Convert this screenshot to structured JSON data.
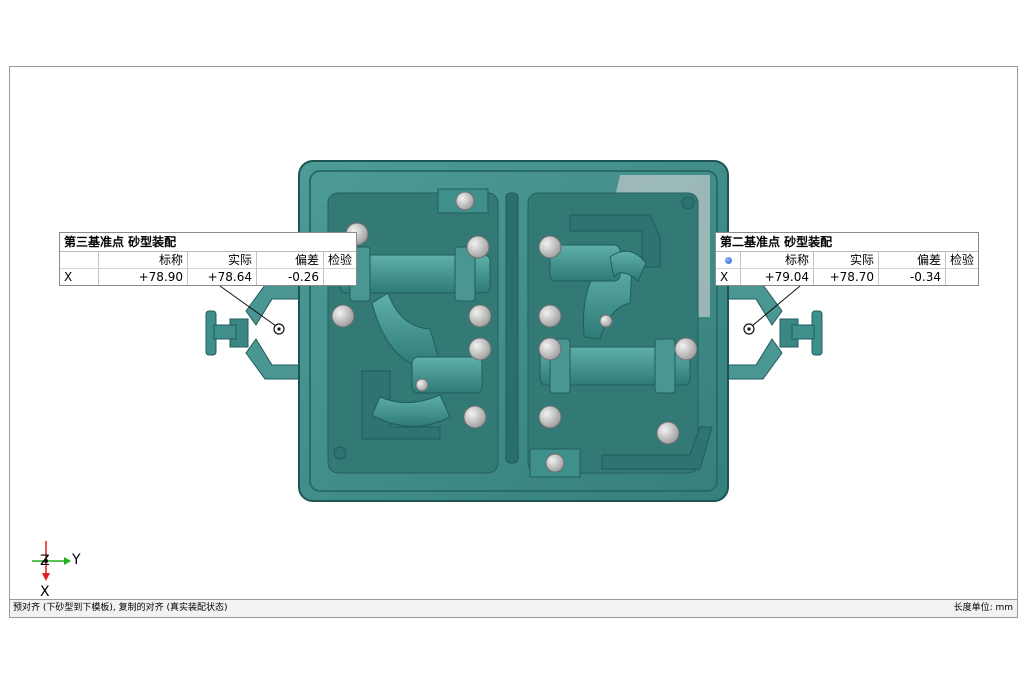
{
  "callouts": {
    "left": {
      "title": "第三基准点 砂型装配",
      "headers": [
        "标称",
        "实际",
        "偏差",
        "检验"
      ],
      "row": {
        "axis": "X",
        "nominal": "+78.90",
        "actual": "+78.64",
        "deviation": "-0.26",
        "check": ""
      }
    },
    "right": {
      "title": "第二基准点 砂型装配",
      "headers": [
        "标称",
        "实际",
        "偏差",
        "检验"
      ],
      "row": {
        "axis": "X",
        "nominal": "+79.04",
        "actual": "+78.70",
        "deviation": "-0.34",
        "check": ""
      }
    }
  },
  "triad": {
    "x_label": "X",
    "y_label": "Y",
    "z_label": "Z"
  },
  "status_bar": {
    "left_text": "预对齐 (下砂型到下模板), 复制的对齐 (真实装配状态)",
    "right_text": "长度单位: mm"
  },
  "colors": {
    "model_fill": "#3f8f8c",
    "model_dark": "#2a6e6c",
    "locator_pin": "#c9c9c9",
    "triad_x": "#e02020",
    "triad_y": "#20b020"
  }
}
